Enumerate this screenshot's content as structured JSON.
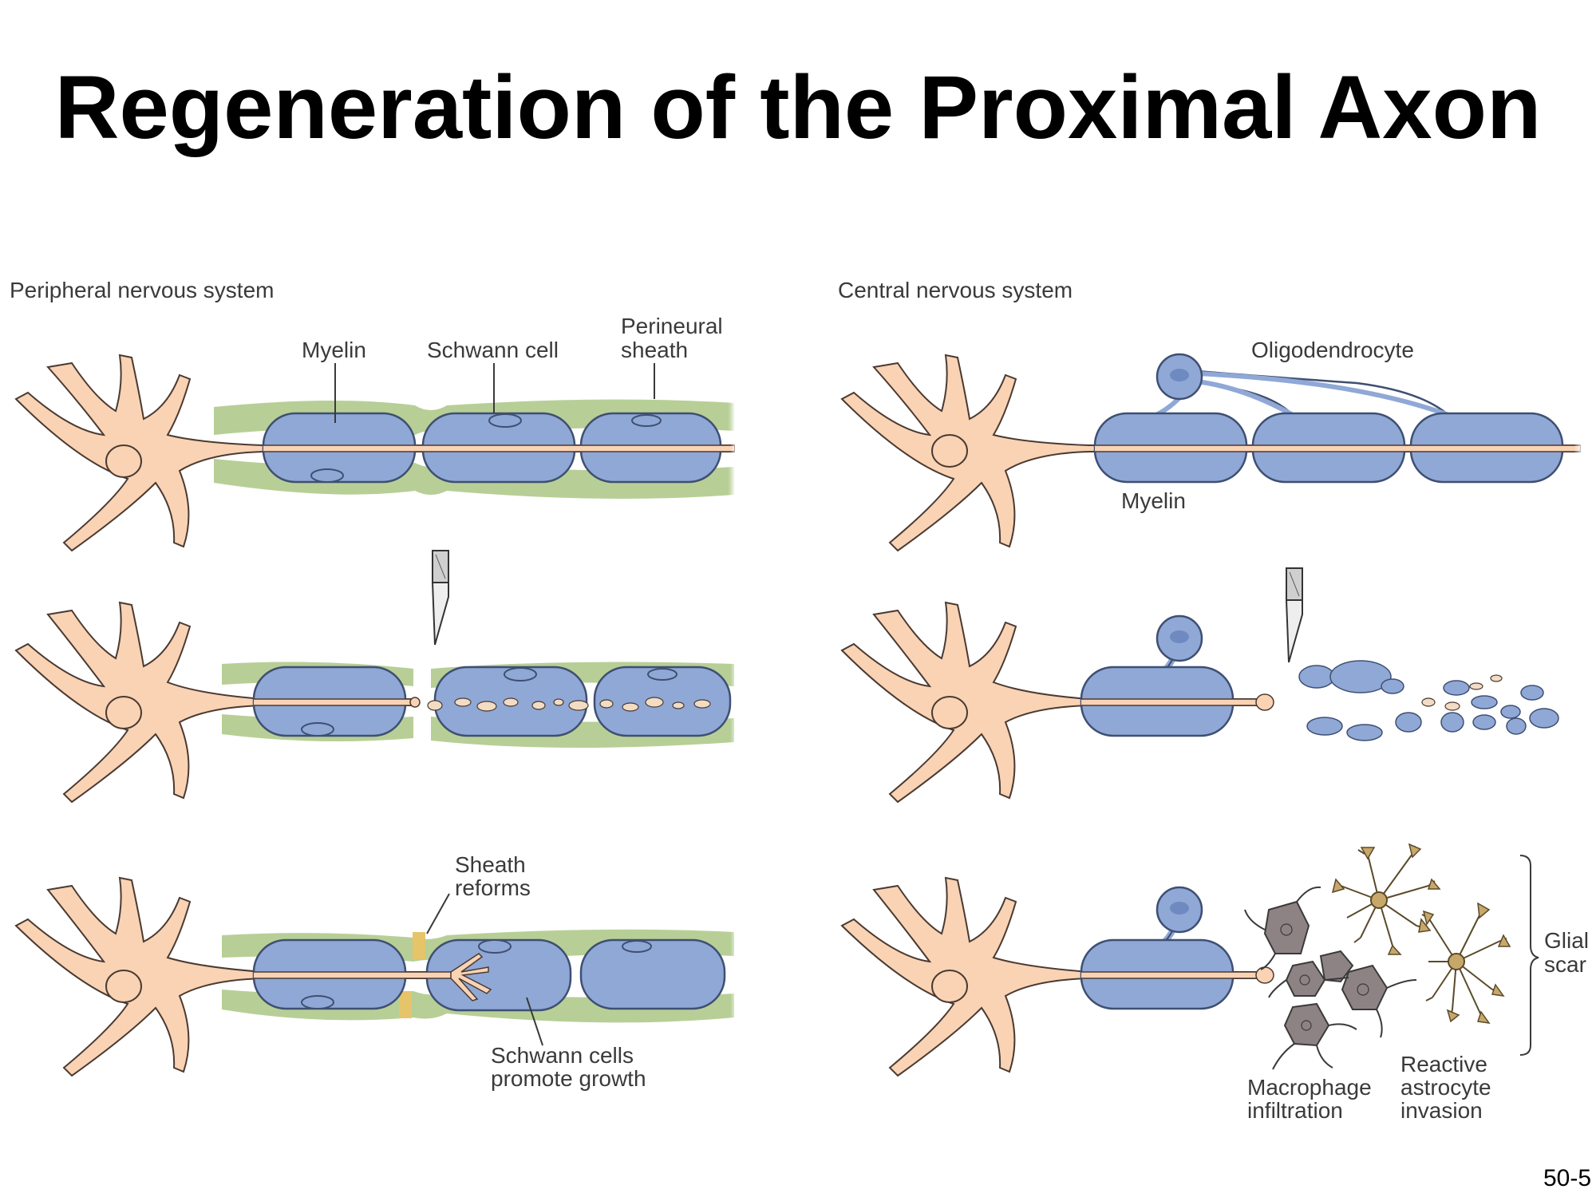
{
  "slide": {
    "title": "Regeneration of the Proximal Axon",
    "page_number": "50-5"
  },
  "pns": {
    "heading": "Peripheral nervous system",
    "labels": {
      "myelin": "Myelin",
      "schwann_cell": "Schwann cell",
      "perineural_line1": "Perineural",
      "perineural_line2": "sheath",
      "sheath_reforms_line1": "Sheath",
      "sheath_reforms_line2": "reforms",
      "schwann_promote_line1": "Schwann cells",
      "schwann_promote_line2": "promote growth"
    }
  },
  "cns": {
    "heading": "Central nervous system",
    "labels": {
      "oligodendrocyte": "Oligodendrocyte",
      "myelin": "Myelin",
      "glial_scar_line1": "Glial",
      "glial_scar_line2": "scar",
      "macrophage_line1": "Macrophage",
      "macrophage_line2": "infiltration",
      "astrocyte_line1": "Reactive",
      "astrocyte_line2": "astrocyte",
      "astrocyte_line3": "invasion"
    }
  },
  "colors": {
    "neuron_fill": "#f9d3b4",
    "neuron_stroke": "#4a3a32",
    "myelin_fill": "#8fa8d6",
    "myelin_stroke": "#3f4f72",
    "sheath_fill": "#b7cf96",
    "macrophage_fill": "#8e8384",
    "astrocyte_fill": "#c8a86a",
    "reform_patch": "#e6c46a"
  }
}
